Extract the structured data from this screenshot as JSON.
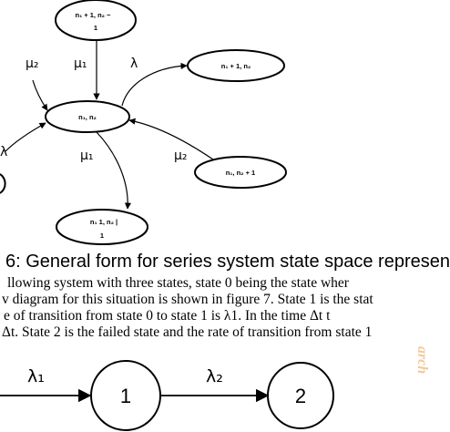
{
  "states": {
    "top": "n₁ + 1, n₂ − 1",
    "top_line1": "n₁ + 1, n₂ −",
    "top_line2": "1",
    "right_upper": "n₁ + 1, n₂",
    "center": "n₁, n₂",
    "right_lower": "n₁, n₂ + 1",
    "bottom_line1": "n₁   1, n₂ |",
    "bottom_line2": "1"
  },
  "rates": {
    "mu2_top": "μ₂",
    "mu1_top": "μ₁",
    "lambda_top": "λ",
    "lambda_left": "λ",
    "mu1_bottom": "μ₁",
    "mu2_bottom": "μ₂"
  },
  "caption": "6:  General form for series system state space represen",
  "body_text": [
    "llowing system with three states, state 0 being the state wher",
    "v diagram for this situation is shown in figure 7. State 1 is the stat",
    "e of transition from state 0 to state 1 is λ1.   In   the time Δt t",
    "Δt. State 2 is the failed state and the rate of transition from state 1"
  ],
  "chain": {
    "lambda1": "λ₁",
    "lambda2": "λ₂",
    "state1": "1",
    "state2": "2"
  },
  "watermark": "arch"
}
